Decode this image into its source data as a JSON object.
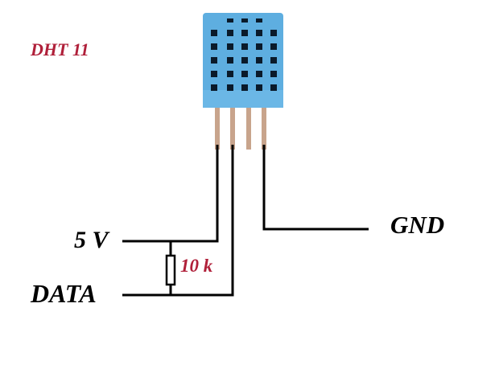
{
  "diagram": {
    "title": "DHT 11",
    "component": "DHT11 humidity/temperature sensor",
    "pin_count": 4,
    "labels": {
      "vcc": "5 V",
      "data": "DATA",
      "gnd": "GND",
      "resistor": "10 k"
    },
    "colors": {
      "title": "#b0203a",
      "resistor_label": "#b0203a",
      "wire": "#000000",
      "sensor_body": "#5eaee0",
      "pin": "#c8a48c"
    },
    "connections": [
      {
        "from": "pin1",
        "to": "5 V"
      },
      {
        "from": "pin2",
        "to": "DATA"
      },
      {
        "from": "pin4",
        "to": "GND"
      },
      {
        "from": "10 k",
        "between": [
          "5 V",
          "DATA"
        ]
      }
    ]
  }
}
